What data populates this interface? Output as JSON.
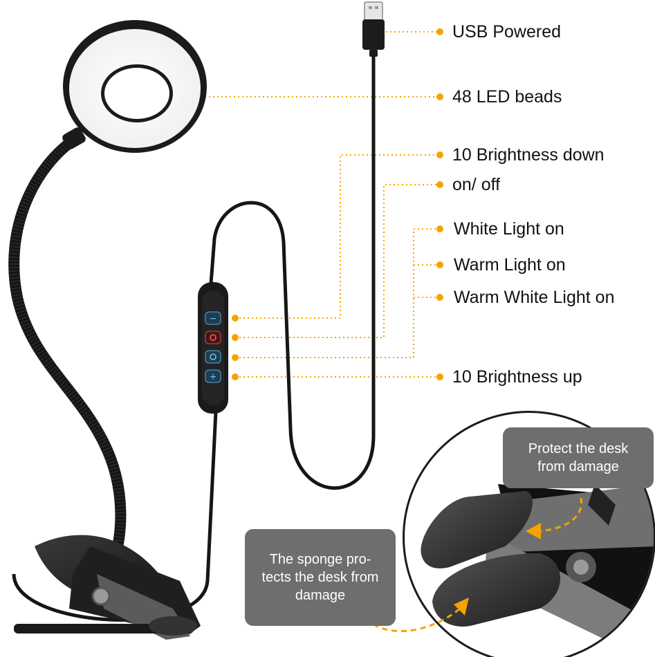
{
  "labels": {
    "usb": "USB Powered",
    "led": "48 LED beads",
    "down": "10 Brightness down",
    "onoff": "on/ off",
    "white": "White Light on",
    "warm": "Warm Light on",
    "warm_white": "Warm White Light on",
    "up": "10 Brightness up"
  },
  "callouts": {
    "desk": "Protect the desk\nfrom damage",
    "sponge": "The sponge pro-\ntects the desk from\ndamage"
  },
  "buttons": {
    "minus": "−",
    "plus": "+"
  },
  "colors": {
    "accent": "#f5a300",
    "lamp": "#1b1b1b",
    "callout_bg": "#6e6e6e"
  }
}
